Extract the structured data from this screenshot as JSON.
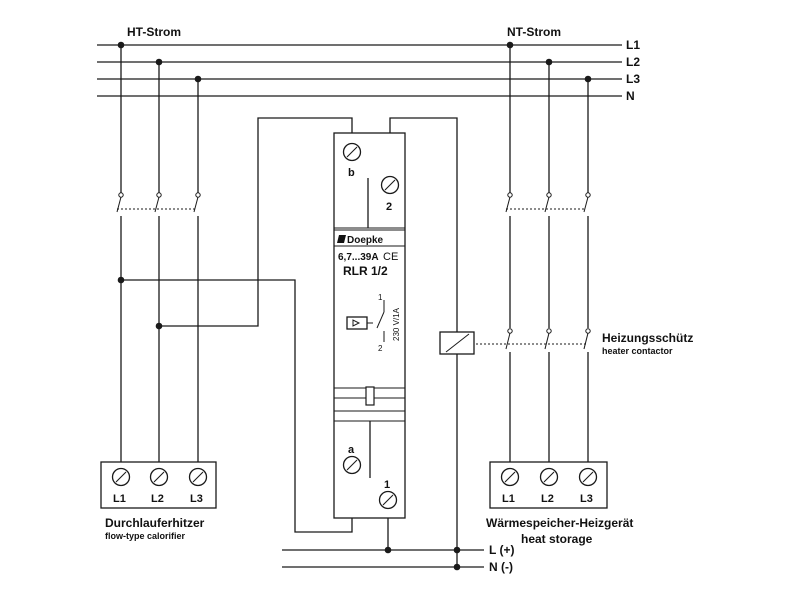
{
  "bus": {
    "ht_label": "HT-Strom",
    "nt_label": "NT-Strom",
    "l1": "L1",
    "l2": "L2",
    "l3": "L3",
    "n": "N"
  },
  "supply": {
    "l_plus": "L (+)",
    "n_minus": "N (-)"
  },
  "relay": {
    "brand": "Doepke",
    "rating": "6,7...39A",
    "ce": "CE",
    "model": "RLR 1/2",
    "contact_rating": "230 V/1A",
    "contact_1": "1",
    "contact_2": "2",
    "term_b": "b",
    "term_2": "2",
    "term_a": "a",
    "term_1": "1"
  },
  "contactor": {
    "label_de": "Heizungsschütz",
    "label_en": "heater contactor"
  },
  "load_left": {
    "t1": "L1",
    "t2": "L2",
    "t3": "L3",
    "name_de": "Durchlauferhitzer",
    "name_en": "flow-type calorifier"
  },
  "load_right": {
    "t1": "L1",
    "t2": "L2",
    "t3": "L3",
    "name_de": "Wärmespeicher-Heizgerät",
    "name_en": "heat storage"
  }
}
